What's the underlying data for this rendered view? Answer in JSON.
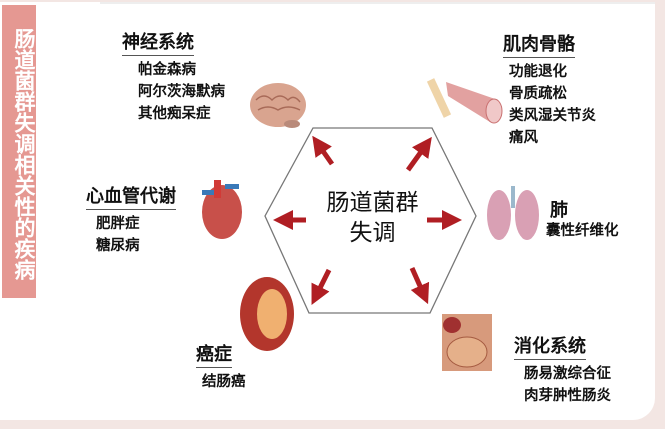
{
  "sidebar_title": "肠道菌群失调相关性的疾病",
  "center_label": [
    "肠道菌群",
    "失调"
  ],
  "colors": {
    "sidebar": "#e59892",
    "arrow": "#b01e23"
  },
  "groups": {
    "nervous": {
      "title": "神经系统",
      "items": [
        "帕金森病",
        "阿尔茨海默病",
        "其他痴呆症"
      ],
      "icon": "brain-icon"
    },
    "musculoskeletal": {
      "title": "肌肉骨骼",
      "items": [
        "功能退化",
        "骨质疏松",
        "类风湿关节炎",
        "痛风"
      ],
      "icon": "muscle-icon"
    },
    "cardio": {
      "title": "心血管代谢",
      "items": [
        "肥胖症",
        "糖尿病"
      ],
      "icon": "heart-icon"
    },
    "lung": {
      "title": "肺",
      "items": [
        "囊性纤维化"
      ],
      "icon": "lungs-icon"
    },
    "cancer": {
      "title": "癌症",
      "items": [
        "结肠癌"
      ],
      "icon": "colon-tumor-icon"
    },
    "digestive": {
      "title": "消化系统",
      "items": [
        "肠易激综合征",
        "肉芽肿性肠炎"
      ],
      "icon": "intestine-icon"
    }
  }
}
